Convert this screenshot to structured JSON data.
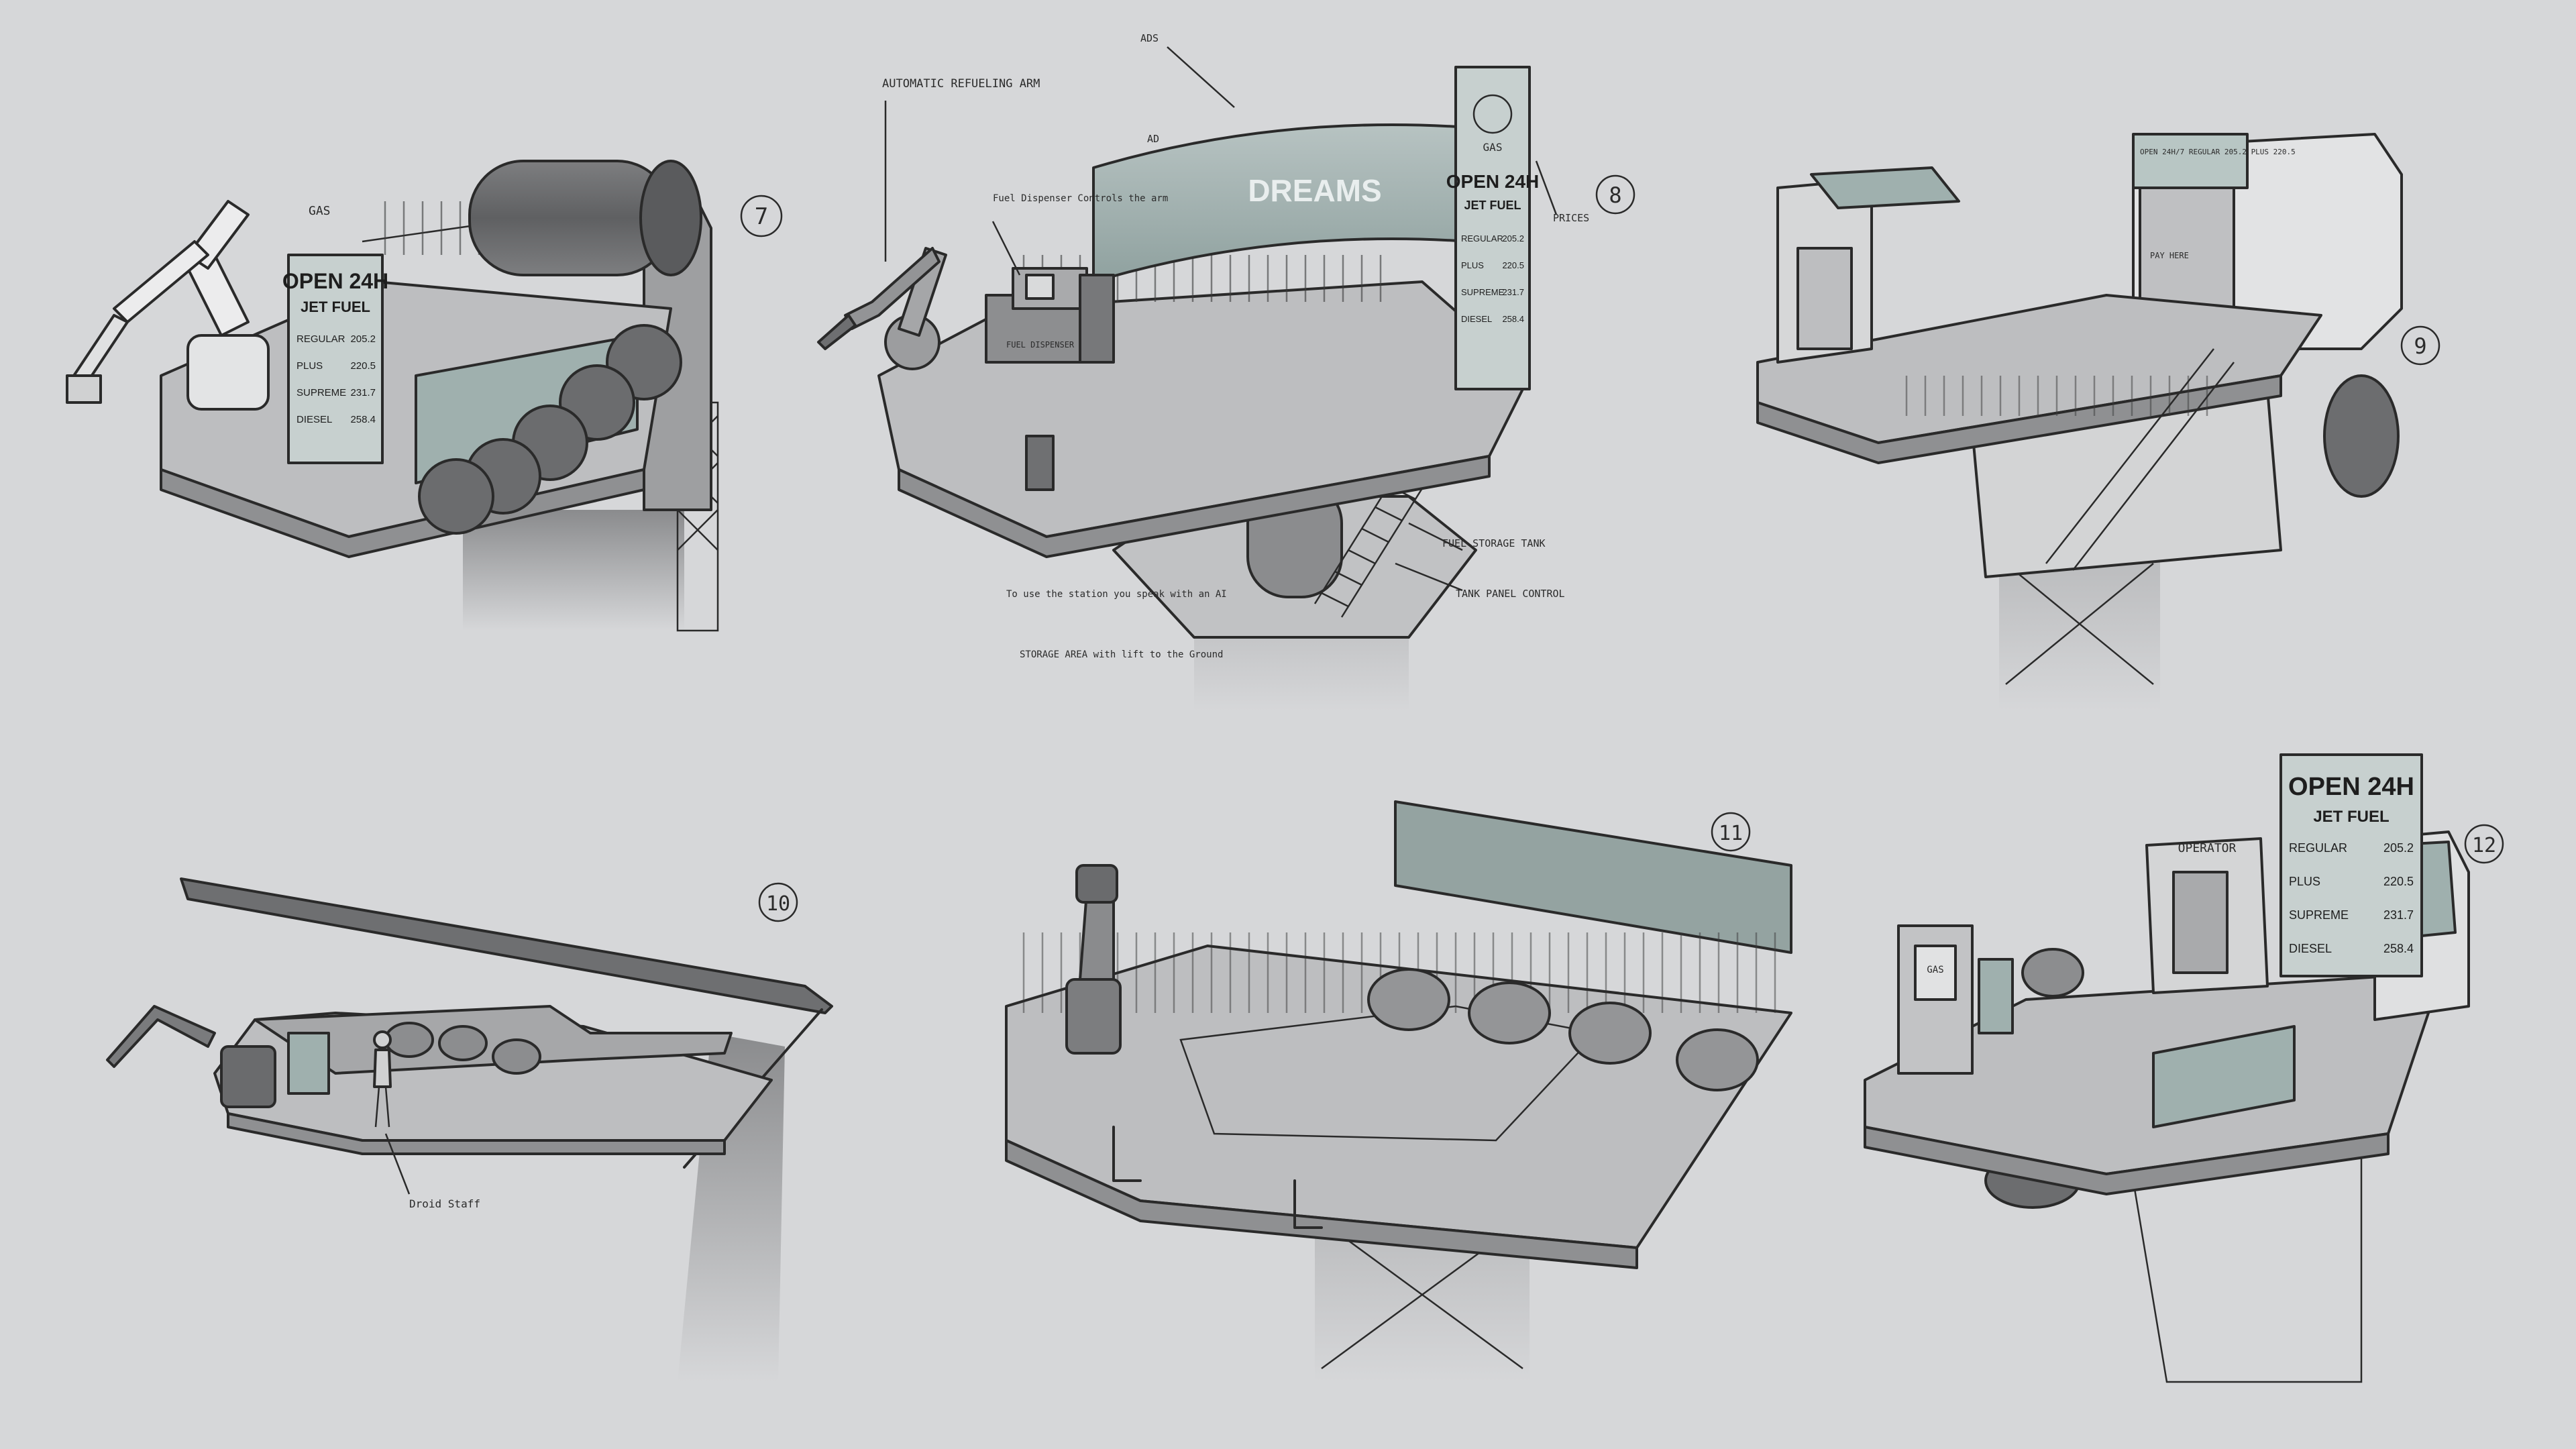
{
  "colors": {
    "background": "#d6d7d9",
    "ink": "#2a2a2a",
    "metal_dark": "#6f7072",
    "metal_mid": "#a3a4a6",
    "metal_light": "#c9cacc",
    "deck": "#bdbec0",
    "glass": "#9fb0ae",
    "sign_panel": "#c7d0cf"
  },
  "concepts": {
    "c7": {
      "number": "7",
      "gas_label": "GAS",
      "sign": {
        "title": "OPEN 24H",
        "subtitle": "JET FUEL",
        "rows": [
          {
            "name": "REGULAR",
            "price": "205.2"
          },
          {
            "name": "PLUS",
            "price": "220.5"
          },
          {
            "name": "SUPREME",
            "price": "231.7"
          },
          {
            "name": "DIESEL",
            "price": "258.4"
          }
        ]
      }
    },
    "c8": {
      "number": "8",
      "gas_label": "GAS",
      "billboard_text": "DREAMS",
      "notes": {
        "automatic_arm": "AUTOMATIC REFUELING ARM",
        "ads_1": "ADS",
        "ads_2": "AD",
        "fuel_dispenser": "Fuel Dispenser Controls the arm",
        "dispenser_label": "FUEL DISPENSER",
        "prices": "PRICES",
        "ai_note": "To use the station you speak with an AI",
        "storage_area": "STORAGE AREA with lift to the Ground",
        "fuel_storage_tank": "FUEL STORAGE TANK",
        "tank_panel_control": "TANK PANEL CONTROL"
      },
      "sign": {
        "title": "OPEN 24H",
        "subtitle": "JET FUEL",
        "rows": [
          {
            "name": "REGULAR",
            "price": "205.2"
          },
          {
            "name": "PLUS",
            "price": "220.5"
          },
          {
            "name": "SUPREME",
            "price": "231.7"
          },
          {
            "name": "DIESEL",
            "price": "258.4"
          }
        ]
      }
    },
    "c9": {
      "number": "9",
      "hours_sign": "OPEN 24H/7  REGULAR 205.2  PLUS 220.5",
      "pay_here": "PAY HERE"
    },
    "c10": {
      "number": "10",
      "note": "Droid Staff"
    },
    "c11": {
      "number": "11"
    },
    "c12": {
      "number": "12",
      "operator_label": "OPERATOR",
      "gas_label": "GAS",
      "sign": {
        "title": "OPEN 24H",
        "subtitle": "JET FUEL",
        "rows": [
          {
            "name": "REGULAR",
            "price": "205.2"
          },
          {
            "name": "PLUS",
            "price": "220.5"
          },
          {
            "name": "SUPREME",
            "price": "231.7"
          },
          {
            "name": "DIESEL",
            "price": "258.4"
          }
        ]
      }
    }
  }
}
